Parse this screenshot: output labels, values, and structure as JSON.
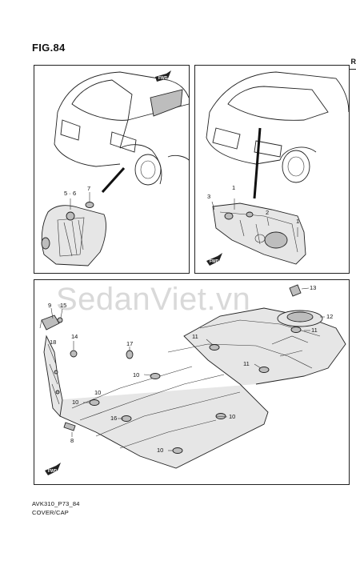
{
  "figure": {
    "title": "FIG.84",
    "cut_mark": "R"
  },
  "watermark": "SedanViet.vn",
  "fwd_label": "FWD",
  "callouts": {
    "a_5_6": "5",
    "a_dot": "·",
    "a_6": "6",
    "a_7": "7",
    "b_3": "3",
    "b_1_top": "1",
    "b_2": "2",
    "b_1_right": "1",
    "c_13": "13",
    "c_12": "12",
    "c_11_a": "11",
    "c_11_b": "11",
    "c_11_c": "11",
    "c_9": "9",
    "c_15": "15",
    "c_18": "18",
    "c_14": "14",
    "c_17": "17",
    "c_10_a": "10",
    "c_10_b": "10",
    "c_10_c": "10",
    "c_10_d": "10",
    "c_10_e": "10",
    "c_16": "16",
    "c_8": "8"
  },
  "footer": {
    "code": "AVK310_P73_84",
    "description": "COVER/CAP"
  }
}
